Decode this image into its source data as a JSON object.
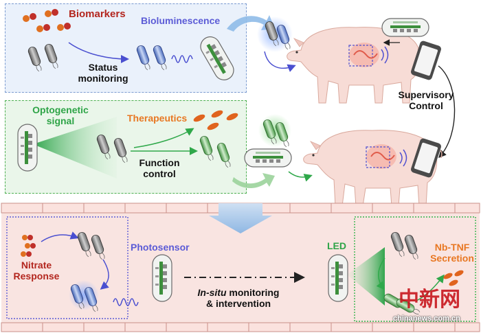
{
  "labels": {
    "biomarkers": "Biomarkers",
    "bioluminescence": "Bioluminescence",
    "status_monitoring_1": "Status",
    "status_monitoring_2": "monitoring",
    "optogenetic_1": "Optogenetic",
    "optogenetic_2": "signal",
    "therapeutics": "Therapeutics",
    "function_control_1": "Function",
    "function_control_2": "control",
    "supervisory_1": "Supervisory",
    "supervisory_2": "Control",
    "nitrate_1": "Nitrate",
    "nitrate_2": "Response",
    "photosensor": "Photosensor",
    "insitu_1": "In-situ",
    "insitu_1b": " monitoring",
    "insitu_2": "& intervention",
    "led": "LED",
    "nbtnf_1": "Nb-TNF",
    "nbtnf_2": "Secretion"
  },
  "watermark": {
    "logo_text": "中新网",
    "url": "chinanews.com.cn"
  },
  "colors": {
    "dark_red": "#b3261e",
    "blue": "#5b5bd6",
    "green": "#33b44a",
    "orange": "#e87722",
    "panel_blue_bg": "#eaf1fb",
    "panel_green_bg": "#eaf6ea",
    "panel_pink_bg": "#fbe9e7"
  }
}
